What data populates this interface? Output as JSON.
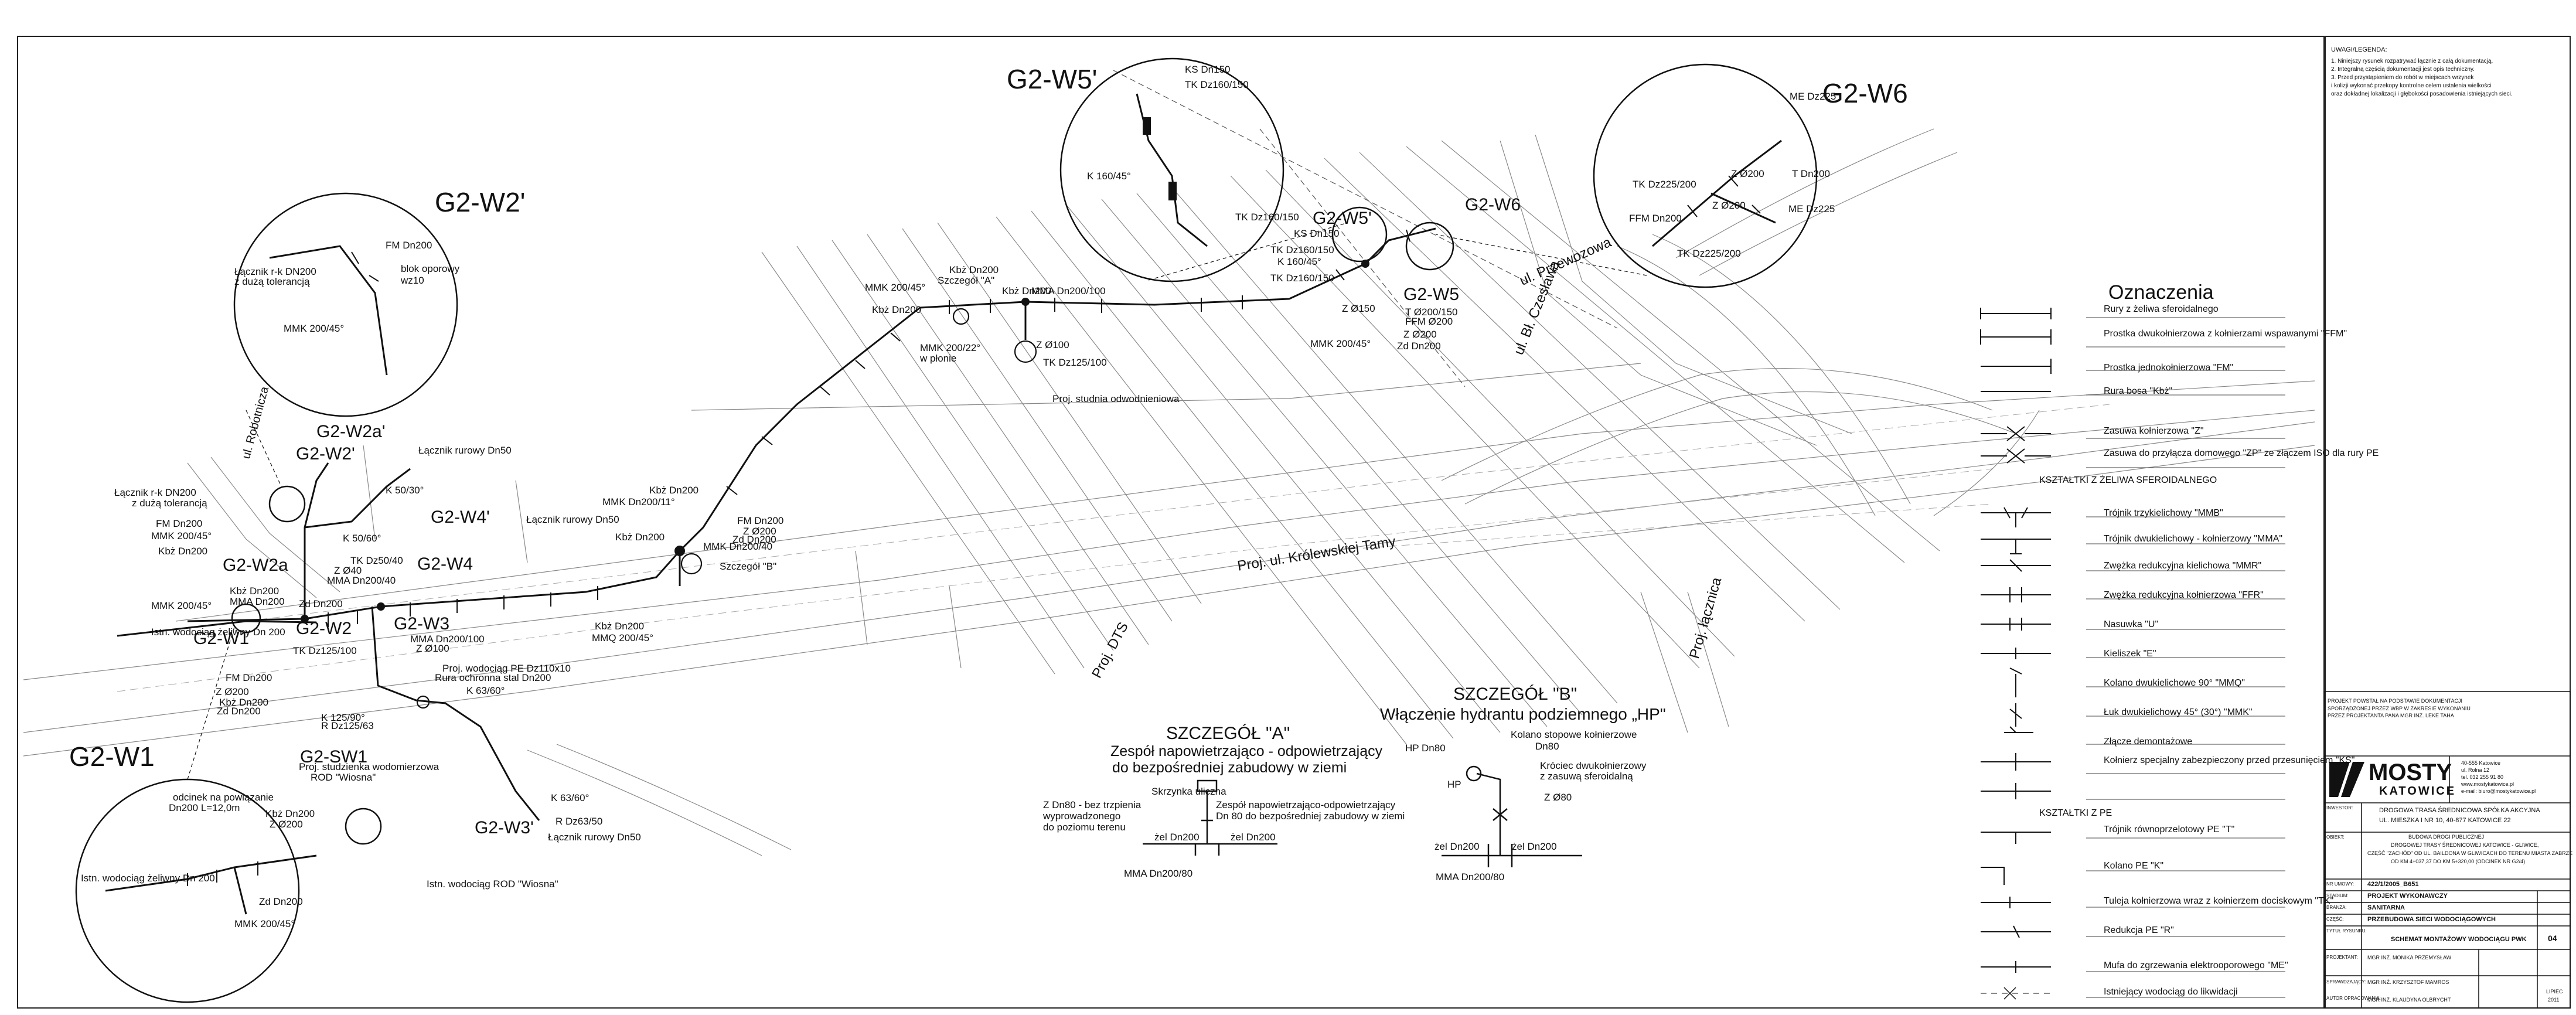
{
  "labels": {
    "w1": "G2-W1",
    "w2": "G2-W2",
    "w2p": "G2-W2'",
    "w2a": "G2-W2a",
    "w2ap": "G2-W2a'",
    "w3": "G2-W3",
    "w3p": "G2-W3'",
    "w4": "G2-W4",
    "w4p": "G2-W4'",
    "w5": "G2-W5",
    "w5p": "G2-W5'",
    "w6": "G2-W6",
    "sw1": "G2-SW1"
  },
  "callouts": {
    "w2p_big": "G2-W2'",
    "w5p_big": "G2-W5'",
    "w6_big": "G2-W6",
    "w1_big": "G2-W1"
  },
  "details": {
    "a_title": "SZCZEGÓŁ \"A\"",
    "a_sub1": "Zespół napowietrzająco - odpowietrzający",
    "a_sub2": "do bezpośredniej zabudowy w ziemi",
    "b_title": "SZCZEGÓŁ \"B\"",
    "b_sub": "Włączenie hydrantu podziemnego „HP\"",
    "a_l1": "Skrzynka uliczna",
    "a_l2": "Z Dn80 - bez trzpienia",
    "a_l3": "wyprowadzonego",
    "a_l4": "do poziomu terenu",
    "a_l5": "Zespół napowietrzająco-odpowietrzający",
    "a_l6": "Dn 80 do bezpośredniej zabudowy w ziemi",
    "a_l7": "żel Dn200",
    "a_l8": "żel Dn200",
    "a_l9": "MMA Dn200/80",
    "b_l1": "HP Dn80",
    "b_l2": "HP",
    "b_l3": "Kolano stopowe kołnierzowe",
    "b_l4": "Dn80",
    "b_l5": "Króciec dwukołnierzowy",
    "b_l6": "z zasuwą sferoidalną",
    "b_l7": "Z Ø80",
    "b_l8": "żel Dn200",
    "b_l9": "żel Dn200",
    "b_l10": "MMA Dn200/80"
  },
  "streets": {
    "s1": "Proj. ul. Królewskiej Tamy",
    "s2": "ul. Przewozowa",
    "s3": "ul. Bł. Czesława",
    "s4": "Proj. DTS",
    "s5": "Proj. łącznica",
    "s6": "ul. Robotnicza"
  },
  "annotations": [
    "Łącznik r-k DN200",
    "z dużą tolerancją",
    "MMK 200/45°",
    "FM Dn200",
    "blok oporowy",
    "wz10",
    "Łącznik rurowy Dn50",
    "K 50/30°",
    "Łącznik rurowy Dn50",
    "K 50/60°",
    "TK Dz50/40",
    "Z Ø40",
    "MMA Dn200/40",
    "Kbż Dn200",
    "MMA Dn200",
    "MMK 200/45°",
    "Zd Dn200",
    "TK Dz125/100",
    "MMA Dn200/100",
    "Z Ø100",
    "Proj. wodociąg PE Dz110x10",
    "Rura ochronna stal Dn200",
    "K 63/60°",
    "K 125/90°",
    "R Dz125/63",
    "Proj. studzienka wodomierzowa",
    "ROD \"Wiosna\"",
    "K 63/60°",
    "R Dz63/50",
    "Łącznik rurowy Dn50",
    "Istn. wodociąg ROD \"Wiosna\"",
    "FM Dn200",
    "Z Ø200",
    "Kbż Dn200",
    "Zd Dn200",
    "Kbż Dn200",
    "MMK Dn200/11°",
    "Kbż Dn200",
    "FM Dn200",
    "Z Ø200",
    "Zd Dn200",
    "MMK Dn200/40",
    "Szczegół \"B\"",
    "Kbż Dn200",
    "MMQ 200/45°",
    "Kbż Dn200",
    "Szczegół \"A\"",
    "MMA Dn200/100",
    "Kbż Dn200",
    "MMK 200/45°",
    "Kbż Dn200",
    "MMK 200/22°",
    "w płonie",
    "Z Ø100",
    "TK Dz125/100",
    "Proj. studnia odwodnieniowa",
    "KS Dn150",
    "TK Dz160/150",
    "K 160/45°",
    "TK Dz160/150",
    "Z Ø150",
    "T Ø200/150",
    "FFM Ø200",
    "Z Ø200",
    "Zd Dn200",
    "MMK 200/45°",
    "ME Dz225",
    "Z Ø200",
    "T Dn200",
    "Z Ø200",
    "ME Dz225",
    "TK Dz225/200",
    "FFM Dn200",
    "TK Dz225/200",
    "KS Dn150",
    "TK Dz160/150",
    "K 160/45°",
    "TK Dz160/150",
    "Łącznik r-k DN200",
    "z dużą tolerancją",
    "MMK 200/45°",
    "FM Dn200",
    "Kbż Dn200",
    "odcinek na powiązanie",
    "Dn200 L=12,0m",
    "Kbż Dn200",
    "Z Ø200",
    "Zd Dn200",
    "MMK 200/45°",
    "Istn. wodociąg żeliwny Dn 200",
    "Istn. wodociąg żeliwny Dn 200"
  ],
  "legend": {
    "title": "Oznaczenia",
    "items": [
      "Rury z żeliwa sferoidalnego",
      "Prostka dwukołnierzowa z kołnierzami wspawanymi \"FFM\"",
      "Prostka jednokołnierzowa \"FM\"",
      "Rura bosa \"Kbż\"",
      "Zasuwa kołnierzowa \"Z\"",
      "Zasuwa do przyłącza domowego \"ZP\" ze złączem ISO dla rury PE",
      "KSZTAŁTKI Z ŻELIWA SFEROIDALNEGO",
      "Trójnik trzykielichowy \"MMB\"",
      "Trójnik dwukielichowy - kołnierzowy \"MMA\"",
      "Zwężka redukcyjna kielichowa \"MMR\"",
      "Zwężka redukcyjna kołnierzowa \"FFR\"",
      "Nasuwka \"U\"",
      "Kieliszek \"E\"",
      "Kolano dwukielichowe 90° \"MMQ\"",
      "Łuk dwukielichowy 45° (30°) \"MMK\"",
      "Złącze demontażowe",
      "Kołnierz specjalny zabezpieczony przed przesunięciem \"KS\"",
      "KSZTAŁTKI Z PE",
      "Trójnik równoprzelotowy PE \"T\"",
      "Kolano PE \"K\"",
      "Tuleja kołnierzowa wraz z kołnierzem dociskowym \"TK\"",
      "Redukcja PE \"R\"",
      "Mufa do zgrzewania elektrooporowego \"ME\"",
      "Istniejący wodociąg do likwidacji"
    ]
  },
  "notes": {
    "title": "UWAGI/LEGENDA:",
    "lines": [
      "1. Niniejszy rysunek rozpatrywać łącznie z całą dokumentacją.",
      "2. Integralną częścią dokumentacji jest opis techniczny.",
      "3. Przed przystąpieniem do robót w miejscach wrzynek",
      "i kolizji wykonać przekopy kontrolne celem ustalenia wielkości",
      "oraz dokładnej lokalizacji i głębokości posadowienia istniejących sieci."
    ]
  },
  "titleblock": {
    "project_desc": "PROJEKT POWSTAŁ NA PODSTAWIE DOKUMENTACJI SPORZĄDZONEJ PRZEZ WBP W ZAKRESIE WYKONANIU PRZEZ PROJEKTANTA PANA MGR INŻ. LEKE TAHA",
    "company": "MOSTY",
    "company2": "KATOWICE",
    "addr1": "40-555 Katowice",
    "addr2": "ul. Rolna 12",
    "addr3": "tel. 032 255 91 80",
    "addr4": "www.mostykatowice.pl",
    "addr5": "e-mail: biuro@mostykatowice.pl",
    "investor_lbl": "INWESTOR:",
    "investor": "DROGOWA TRASA ŚREDNICOWA SPÓŁKA AKCYJNA",
    "investor2": "UL. MIESZKA I NR 10, 40-877 KATOWICE 22",
    "object_lbl": "OBIEKT:",
    "object1": "BUDOWA DROGI PUBLICZNEJ",
    "object2": "DROGOWEJ TRASY ŚREDNICOWEJ KATOWICE - GLIWICE,",
    "object3": "CZĘŚĆ \"ZACHÓD\" OD UL. BAILDONA W GLIWICACH DO TERENU MIASTA ZABRZE",
    "object4": "OD KM 4+037,37 DO KM 5+320,00 (ODCINEK NR G2/4)",
    "nr_lbl": "NR UMOWY:",
    "nr": "422/1/2005_B651",
    "stage_lbl": "STADIUM:",
    "stage": "PROJEKT WYKONAWCZY",
    "branch_lbl": "BRANŻA:",
    "branch": "SANITARNA",
    "part_lbl": "CZĘŚĆ:",
    "part": "PRZEBUDOWA SIECI WODOCIĄGOWYCH",
    "drawing_lbl": "TYTUŁ RYSUNKU:",
    "drawing": "SCHEMAT MONTAŻOWY WODOCIĄGU PWK",
    "sheet_no": "04",
    "designer_lbl": "PROJEKTANT:",
    "designer": "MGR INŻ. MONIKA PRZEMYSŁAW",
    "checker_lbl": "SPRAWDZAJĄCY:",
    "checker": "MGR INŻ. KRZYSZTOF MAMROS",
    "author_lbl": "AUTOR OPRACOWANIA:",
    "author": "MGR INŻ. KLAUDYNA OLBRYCHT",
    "date1": "LIPIEC",
    "date2": "2011"
  }
}
